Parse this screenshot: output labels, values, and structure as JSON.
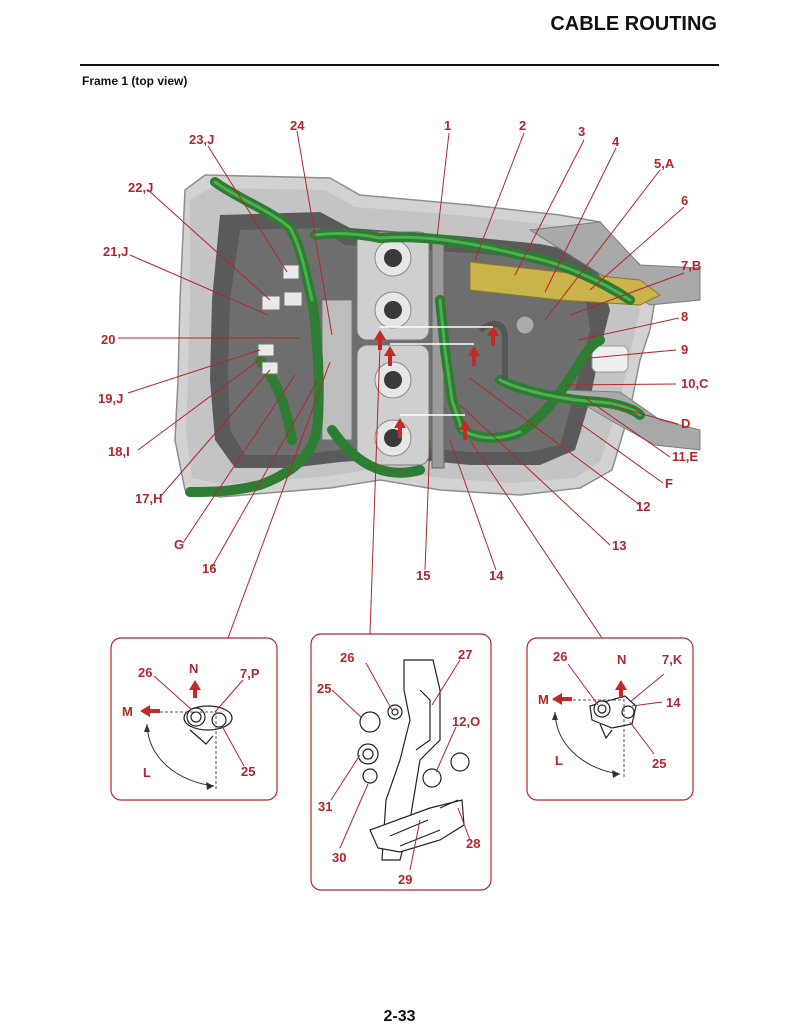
{
  "header": {
    "title": "CABLE ROUTING"
  },
  "subtitle": "Frame 1 (top view)",
  "page_number": "2-33",
  "colors": {
    "accent": "#b3262d",
    "harness": "#2e7d32",
    "frame": "#b8b8b8"
  },
  "main_labels": {
    "l1": "1",
    "l2": "2",
    "l3": "3",
    "l4": "4",
    "l5A": "5,A",
    "l6": "6",
    "l7B": "7,B",
    "l8": "8",
    "l9": "9",
    "l10C": "10,C",
    "lD": "D",
    "l11E": "11,E",
    "lF": "F",
    "l12": "12",
    "l13": "13",
    "l14": "14",
    "l15": "15",
    "l16": "16",
    "lG": "G",
    "l17H": "17,H",
    "l18I": "18,I",
    "l19J": "19,J",
    "l20": "20",
    "l21J": "21,J",
    "l22J": "22,J",
    "l23J": "23,J",
    "l24": "24"
  },
  "inset_left": {
    "n": "N",
    "m": "M",
    "l": "L",
    "c26": "26",
    "c7P": "7,P",
    "c25": "25"
  },
  "inset_center": {
    "c26": "26",
    "c27": "27",
    "c25": "25",
    "c12O": "12,O",
    "c31": "31",
    "c30": "30",
    "c29": "29",
    "c28": "28"
  },
  "inset_right": {
    "c26": "26",
    "n": "N",
    "c7K": "7,K",
    "m": "M",
    "c14": "14",
    "l": "L",
    "c25": "25"
  }
}
